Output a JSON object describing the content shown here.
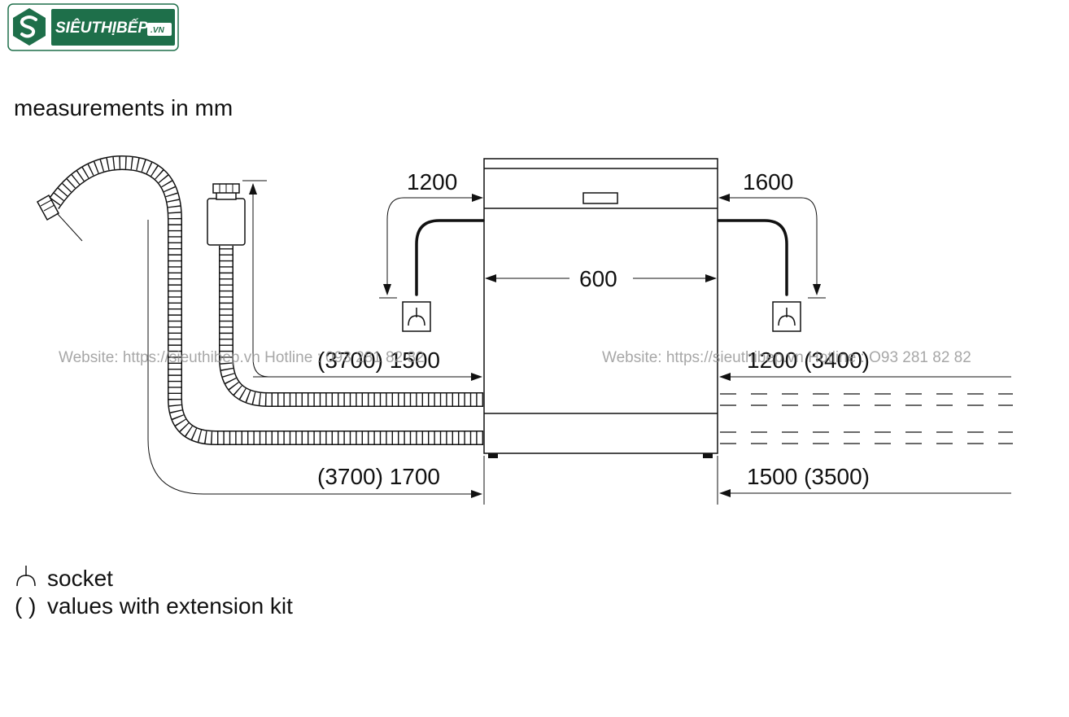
{
  "logo": {
    "text": "SIÊUTHỊBẾP",
    "suffix": ".VN"
  },
  "diagram": {
    "title": "measurements in mm",
    "dimensions": {
      "top_left": "1200",
      "top_right": "1600",
      "width": "600",
      "middle_left": "(3700) 1500",
      "middle_right": "1200 (3400)",
      "bottom_left": "(3700) 1700",
      "bottom_right": "1500 (3500)"
    },
    "legend": {
      "socket_symbol": "⊥",
      "socket_label": "socket",
      "bracket_symbol": "( )",
      "bracket_label": "values with extension kit"
    }
  },
  "watermarks": {
    "left": "Website: https://sieuthibep.vn   Hotline : 093 281 82 82",
    "right": "Website: https://sieuthibep.vn   Hotline : O93 281 82 82"
  },
  "colors": {
    "logo_green": "#1e6f4a",
    "line": "#111111"
  }
}
